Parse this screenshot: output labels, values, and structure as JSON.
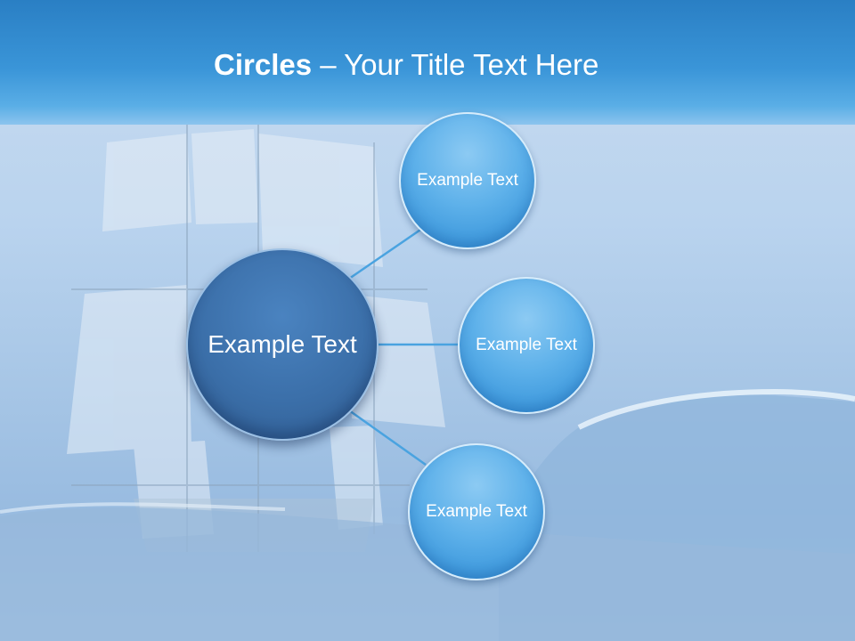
{
  "title": {
    "bold": "Circles",
    "rest": " – Your Title Text Here"
  },
  "center_circle": {
    "label": "Example Text"
  },
  "satellites": [
    {
      "label": "Example Text"
    },
    {
      "label": "Example Text"
    },
    {
      "label": "Example Text"
    }
  ],
  "colors": {
    "header": "#2a7fc4",
    "satellite_fill": "#5eb1ea",
    "center_fill": "#3b6fa9",
    "connector": "#4aa3e0"
  }
}
